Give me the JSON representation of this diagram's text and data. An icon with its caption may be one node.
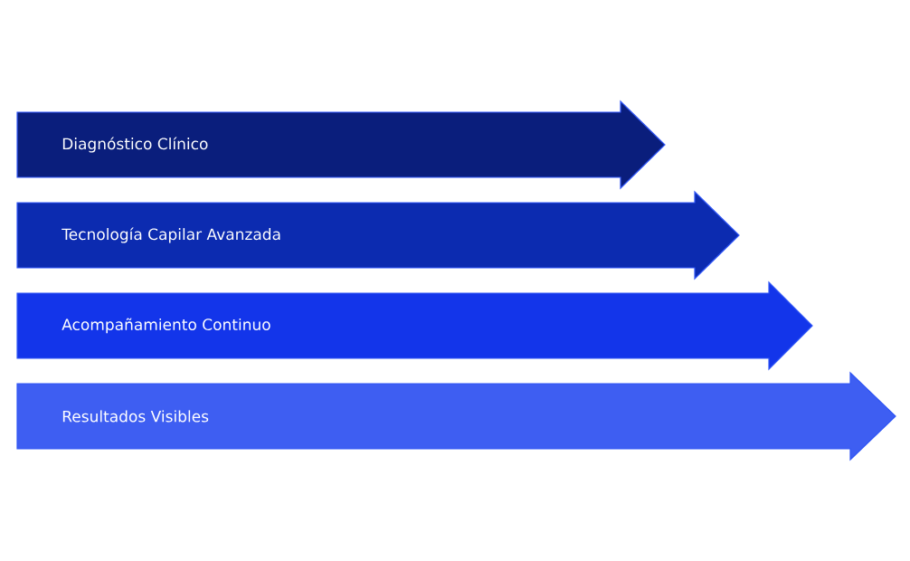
{
  "diagram": {
    "nodes": [
      {
        "text": [
          "Diagnóstico Clínico"
        ]
      },
      {
        "text": [
          "Tecnología Capilar Avanzada"
        ]
      },
      {
        "text": [
          "Acompañamiento Continuo"
        ]
      },
      {
        "text": [
          "Resultados Visibles"
        ]
      }
    ]
  }
}
